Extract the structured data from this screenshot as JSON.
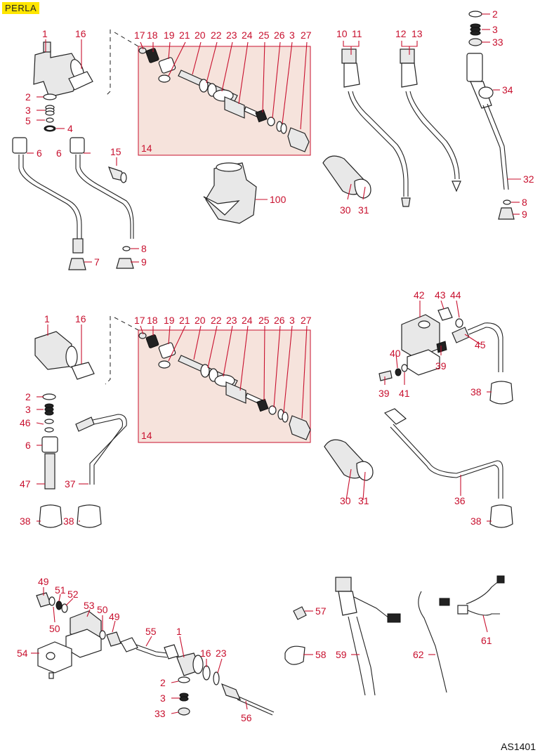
{
  "title": "PERLA",
  "drawing_code": "AS1401",
  "colors": {
    "label": "#c8102e",
    "badge": "#ffe600",
    "box": "#f6e3dc",
    "line": "#222222"
  },
  "section1": {
    "left_labels": [
      "1",
      "16",
      "2",
      "3",
      "5",
      "4",
      "6",
      "6",
      "15",
      "7",
      "8",
      "9"
    ],
    "box_top_labels": [
      "17",
      "18",
      "19",
      "21",
      "20",
      "22",
      "23",
      "24",
      "25",
      "26",
      "3",
      "27"
    ],
    "box_label": "14",
    "other_labels": [
      "100",
      "30",
      "31"
    ],
    "right_labels": [
      "10",
      "11",
      "12",
      "13",
      "2",
      "3",
      "33",
      "34",
      "32",
      "8",
      "9"
    ]
  },
  "section2": {
    "left_labels": [
      "1",
      "16",
      "2",
      "3",
      "46",
      "6",
      "47",
      "37",
      "38",
      "38"
    ],
    "box_top_labels": [
      "17",
      "18",
      "19",
      "21",
      "20",
      "22",
      "23",
      "24",
      "25",
      "26",
      "3",
      "27"
    ],
    "box_label": "14",
    "other_labels": [
      "30",
      "31",
      "36",
      "38"
    ],
    "valve_labels": [
      "42",
      "43",
      "44",
      "45",
      "40",
      "39",
      "39",
      "41",
      "38"
    ]
  },
  "section3": {
    "left_labels": [
      "49",
      "51",
      "52",
      "53",
      "50",
      "49",
      "50",
      "54",
      "55",
      "1",
      "16",
      "23",
      "2",
      "3",
      "33",
      "56"
    ],
    "right_labels": [
      "57",
      "58",
      "59",
      "62",
      "61"
    ]
  }
}
